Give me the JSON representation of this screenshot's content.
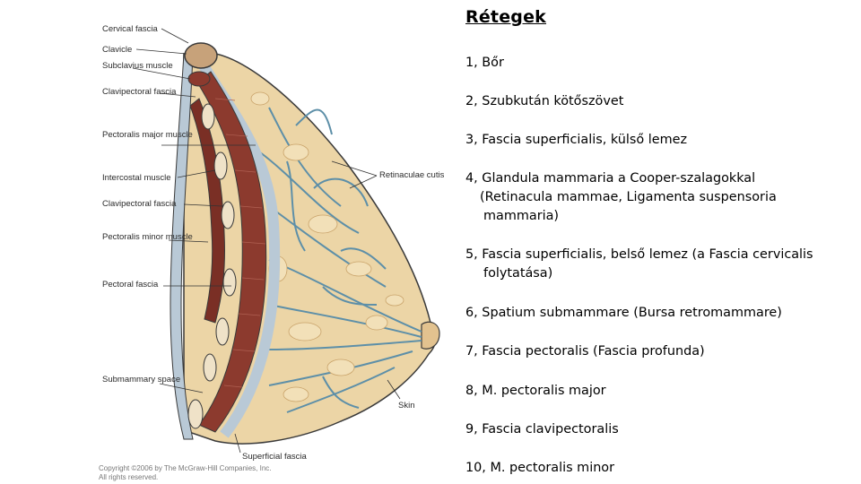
{
  "figure": {
    "labels_left": [
      "Cervical fascia",
      "Clavicle",
      "Subclavius muscle",
      "Clavipectoral fascia",
      "Pectoralis major muscle",
      "Intercostal muscle",
      "Clavipectoral fascia",
      "Pectoralis minor muscle",
      "Pectoral fascia",
      "Submammary space"
    ],
    "labels_right": [
      "Retinaculae cutis",
      "Skin",
      "Superficial fascia"
    ],
    "copyright": [
      "Copyright ©2006 by The McGraw-Hill Companies, Inc.",
      "All rights reserved."
    ],
    "colors": {
      "fat": "#ecd5a6",
      "septa": "#5d8fa8",
      "muscle": "#8c3a2e",
      "fascia": "#b9c9d6",
      "outline": "#3a3a3a"
    }
  },
  "panel": {
    "title": "Rétegek",
    "items": [
      {
        "line1": "1, Bőr",
        "line2": "",
        "line3": ""
      },
      {
        "line1": "2, Szubkután kötőszövet",
        "line2": "",
        "line3": ""
      },
      {
        "line1": "3, Fascia superficialis, külső lemez",
        "line2": "",
        "line3": ""
      },
      {
        "line1": "4,  Glandula mammaria a Cooper-szalagokkal",
        "line2": "(Retinacula mammae, Ligamenta suspensoria",
        "line3": "mammaria)"
      },
      {
        "line1": "5, Fascia superficialis, belső lemez (a Fascia  cervicalis",
        "line2": "folytatása)",
        "line3": ""
      },
      {
        "line1": "6, Spatium submammare (Bursa retromammare)",
        "line2": "",
        "line3": ""
      },
      {
        "line1": "7, Fascia pectoralis (Fascia profunda)",
        "line2": "",
        "line3": ""
      },
      {
        "line1": "8, M. pectoralis major",
        "line2": "",
        "line3": ""
      },
      {
        "line1": "9, Fascia clavipectoralis",
        "line2": "",
        "line3": ""
      },
      {
        "line1": "10, M. pectoralis minor",
        "line2": "",
        "line3": ""
      }
    ]
  }
}
